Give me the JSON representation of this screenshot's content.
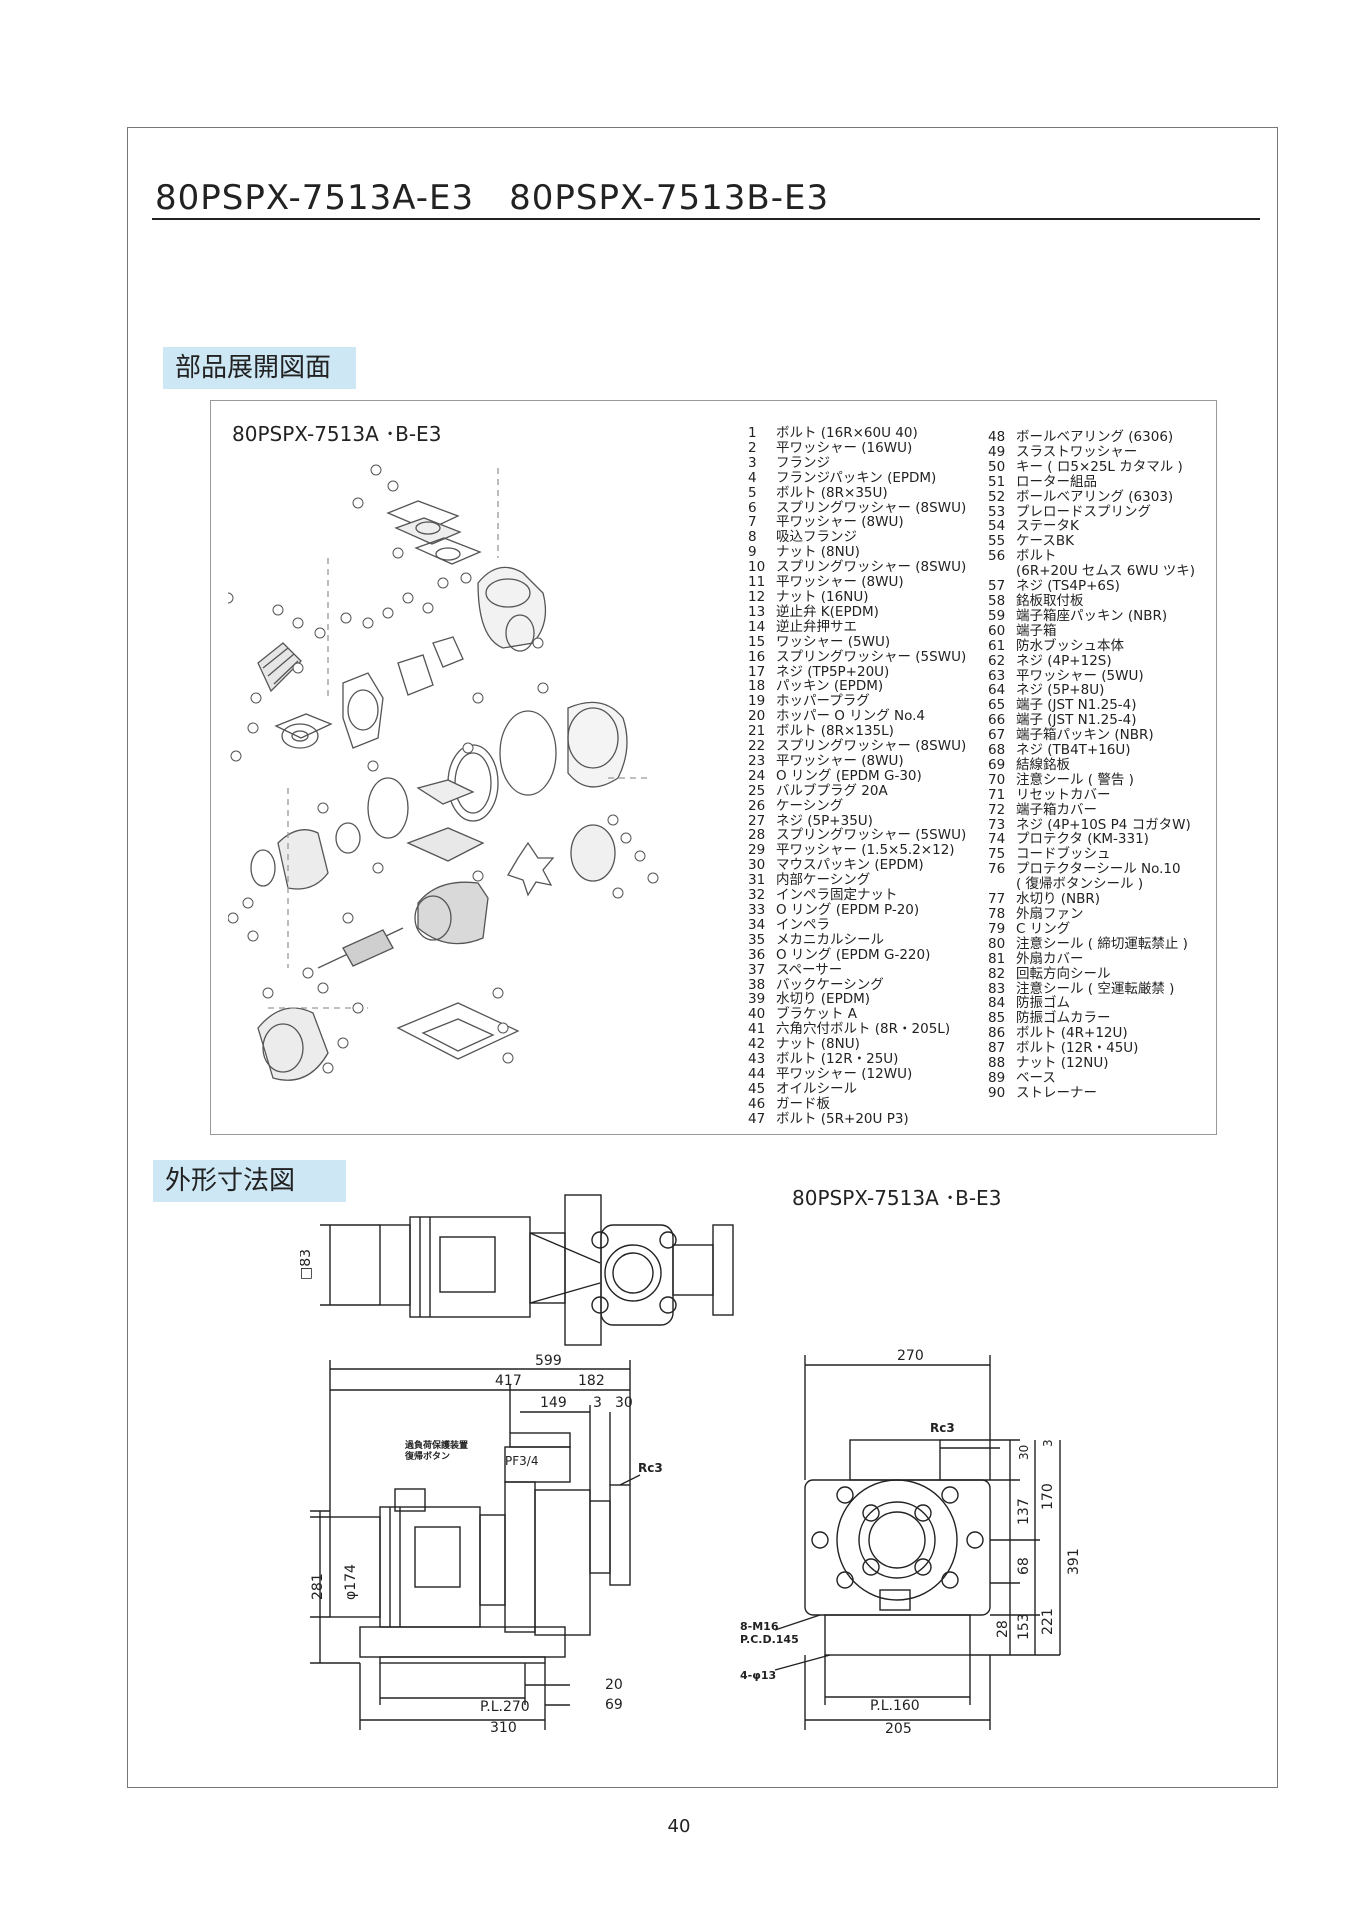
{
  "page": {
    "title": "80PSPX-7513A-E3　80PSPX-7513B-E3",
    "page_number": "40"
  },
  "parts_section": {
    "heading": "部品展開図面",
    "diagram_label": "80PSPX-7513A ･B-E3",
    "left_parts": [
      {
        "no": "1",
        "name": "ボルト (16R×60U 40)"
      },
      {
        "no": "2",
        "name": "平ワッシャー (16WU)"
      },
      {
        "no": "3",
        "name": "フランジ"
      },
      {
        "no": "4",
        "name": "フランジパッキン (EPDM)"
      },
      {
        "no": "5",
        "name": "ボルト (8R×35U)"
      },
      {
        "no": "6",
        "name": "スプリングワッシャー (8SWU)"
      },
      {
        "no": "7",
        "name": "平ワッシャー (8WU)"
      },
      {
        "no": "8",
        "name": "吸込フランジ"
      },
      {
        "no": "9",
        "name": "ナット (8NU)"
      },
      {
        "no": "10",
        "name": "スプリングワッシャー (8SWU)"
      },
      {
        "no": "11",
        "name": "平ワッシャー (8WU)"
      },
      {
        "no": "12",
        "name": "ナット (16NU)"
      },
      {
        "no": "13",
        "name": "逆止弁 K(EPDM)"
      },
      {
        "no": "14",
        "name": "逆止弁押サエ"
      },
      {
        "no": "15",
        "name": "ワッシャー (5WU)"
      },
      {
        "no": "16",
        "name": "スプリングワッシャー (5SWU)"
      },
      {
        "no": "17",
        "name": "ネジ (TP5P+20U)"
      },
      {
        "no": "18",
        "name": "パッキン (EPDM)"
      },
      {
        "no": "19",
        "name": "ホッパープラグ"
      },
      {
        "no": "20",
        "name": "ホッパー O リング No.4"
      },
      {
        "no": "21",
        "name": "ボルト (8R×135L)"
      },
      {
        "no": "22",
        "name": "スプリングワッシャー (8SWU)"
      },
      {
        "no": "23",
        "name": "平ワッシャー (8WU)"
      },
      {
        "no": "24",
        "name": "O リング (EPDM G-30)"
      },
      {
        "no": "25",
        "name": "バルブプラグ 20A"
      },
      {
        "no": "26",
        "name": "ケーシング"
      },
      {
        "no": "27",
        "name": "ネジ (5P+35U)"
      },
      {
        "no": "28",
        "name": "スプリングワッシャー (5SWU)"
      },
      {
        "no": "29",
        "name": "平ワッシャー (1.5×5.2×12)"
      },
      {
        "no": "30",
        "name": "マウスパッキン (EPDM)"
      },
      {
        "no": "31",
        "name": "内部ケーシング"
      },
      {
        "no": "32",
        "name": "インペラ固定ナット"
      },
      {
        "no": "33",
        "name": "O リング (EPDM P-20)"
      },
      {
        "no": "34",
        "name": "インペラ"
      },
      {
        "no": "35",
        "name": "メカニカルシール"
      },
      {
        "no": "36",
        "name": "O リング (EPDM G-220)"
      },
      {
        "no": "37",
        "name": "スペーサー"
      },
      {
        "no": "38",
        "name": "バックケーシング"
      },
      {
        "no": "39",
        "name": "水切り (EPDM)"
      },
      {
        "no": "40",
        "name": "ブラケット A"
      },
      {
        "no": "41",
        "name": " 六角穴付ボルト (8R・205L)"
      },
      {
        "no": "42",
        "name": "ナット (8NU)"
      },
      {
        "no": "43",
        "name": "ボルト (12R・25U)"
      },
      {
        "no": "44",
        "name": "平ワッシャー (12WU)"
      },
      {
        "no": "45",
        "name": "オイルシール"
      },
      {
        "no": "46",
        "name": "ガード板"
      },
      {
        "no": "47",
        "name": "ボルト (5R+20U P3)"
      }
    ],
    "right_parts": [
      {
        "no": "48",
        "name": "ボールベアリング (6306)"
      },
      {
        "no": "49",
        "name": "スラストワッシャー"
      },
      {
        "no": "50",
        "name": "キー ( ロ5×25L カタマル )"
      },
      {
        "no": "51",
        "name": "ローター組品"
      },
      {
        "no": "52",
        "name": "ボールベアリング (6303)"
      },
      {
        "no": "53",
        "name": "プレロードスプリング"
      },
      {
        "no": "54",
        "name": "ステータK"
      },
      {
        "no": "55",
        "name": "ケースBK"
      },
      {
        "no": "56",
        "name": "ボルト"
      },
      {
        "no": "",
        "name": "(6R+20U セムス 6WU ツキ)"
      },
      {
        "no": " 57",
        "name": " ネジ (TS4P+6S)"
      },
      {
        "no": "58",
        "name": "銘板取付板"
      },
      {
        "no": "59",
        "name": "端子箱座パッキン (NBR)"
      },
      {
        "no": "60",
        "name": "端子箱"
      },
      {
        "no": "61",
        "name": "防水ブッシュ本体"
      },
      {
        "no": "62",
        "name": "ネジ (4P+12S)"
      },
      {
        "no": "63",
        "name": "平ワッシャー (5WU)"
      },
      {
        "no": "64",
        "name": "ネジ (5P+8U)"
      },
      {
        "no": "65",
        "name": "端子 (JST N1.25-4)"
      },
      {
        "no": "66",
        "name": "端子 (JST N1.25-4)"
      },
      {
        "no": "67",
        "name": "端子箱パッキン (NBR)"
      },
      {
        "no": "68",
        "name": "ネジ (TB4T+16U)"
      },
      {
        "no": "69",
        "name": "結線銘板"
      },
      {
        "no": "70",
        "name": "注意シール ( 警告 )"
      },
      {
        "no": "71",
        "name": "リセットカバー"
      },
      {
        "no": "72",
        "name": "端子箱カバー"
      },
      {
        "no": "73",
        "name": "ネジ (4P+10S P4 コガタW)"
      },
      {
        "no": "74",
        "name": "プロテクタ (KM-331)"
      },
      {
        "no": "75",
        "name": "コードブッシュ"
      },
      {
        "no": "76",
        "name": "プロテクターシール No.10"
      },
      {
        "no": "",
        "name": "( 復帰ボタンシール )"
      },
      {
        "no": "77",
        "name": "水切り (NBR)"
      },
      {
        "no": "78",
        "name": "外扇ファン"
      },
      {
        "no": "79",
        "name": "C リング"
      },
      {
        "no": "80",
        "name": "注意シール ( 締切運転禁止 )"
      },
      {
        "no": "81",
        "name": "外扇カバー"
      },
      {
        "no": "82",
        "name": "回転方向シール"
      },
      {
        "no": "83",
        "name": "注意シール ( 空運転厳禁 )"
      },
      {
        "no": "84",
        "name": "防振ゴム"
      },
      {
        "no": "85",
        "name": "防振ゴムカラー"
      },
      {
        "no": "86",
        "name": "ボルト (4R+12U)"
      },
      {
        "no": "87",
        "name": "ボルト (12R・45U)"
      },
      {
        "no": "88",
        "name": "ナット (12NU)"
      },
      {
        "no": "89",
        "name": "ベース"
      },
      {
        "no": "90",
        "name": "ストレーナー"
      }
    ]
  },
  "dimension_section": {
    "heading": "外形寸法図",
    "diagram_label": "80PSPX-7513A ･B-E3",
    "top_view": {
      "d83": "□83"
    },
    "side_view": {
      "d599": "599",
      "d417": "417",
      "d182": "182",
      "d149": "149",
      "d3": "3",
      "d30": "30",
      "note_line1": "過負荷保護装置",
      "note_line2": "復帰ボタン",
      "pf": "PF3/4",
      "rc3": "Rc3",
      "d281": "281",
      "d174": "φ174",
      "d20": "20",
      "d69": "69",
      "pl270": "P.L.270",
      "d310": "310"
    },
    "front_view": {
      "d270": "270",
      "rc3": "Rc3",
      "d30": "30",
      "d3": "3",
      "d137": "137",
      "d170": "170",
      "d68": "68",
      "d391": "391",
      "d221": "221",
      "d28": "28",
      "d153": "153",
      "m16": "8-M16",
      "pcd": "P.C.D.145",
      "holes": "4-φ13",
      "pl160": "P.L.160",
      "d205": "205"
    }
  }
}
